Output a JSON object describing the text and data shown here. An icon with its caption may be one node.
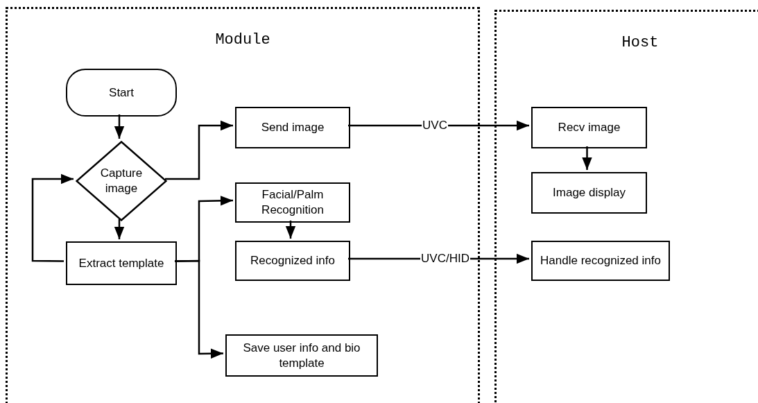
{
  "diagram": {
    "nodes": [
      {
        "text": [
          "Module"
        ]
      },
      {
        "text": [
          "Host"
        ]
      },
      {
        "text": [
          "Start"
        ],
        "in": 0
      },
      {
        "text": [
          "Capture image"
        ],
        "in": 0
      },
      {
        "text": [
          "Extract template"
        ],
        "in": 0
      },
      {
        "text": [
          "Send image"
        ],
        "in": 0
      },
      {
        "text": [
          "Facial/Palm Recognition"
        ],
        "in": 0
      },
      {
        "text": [
          "Recognized info"
        ],
        "in": 0
      },
      {
        "text": [
          "Save user info and bio template"
        ],
        "in": 0
      },
      {
        "text": [
          "Recv image"
        ],
        "in": 1
      },
      {
        "text": [
          "Image display"
        ],
        "in": 1
      },
      {
        "text": [
          "Handle recognized info"
        ],
        "in": 1
      }
    ],
    "edges": [
      {
        "from": 2,
        "to": 3,
        "arrow": "to"
      },
      {
        "from": 3,
        "to": 4,
        "arrow": "to"
      },
      {
        "from": 4,
        "to": 3,
        "arrow": "to"
      },
      {
        "from": 3,
        "to": 5,
        "arrow": "to"
      },
      {
        "from": 4,
        "to": 6,
        "arrow": "to"
      },
      {
        "from": 4,
        "to": 8,
        "arrow": "to"
      },
      {
        "from": 6,
        "to": 7,
        "arrow": "to"
      },
      {
        "from": 5,
        "to": 9,
        "label": "UVC",
        "arrow": "to"
      },
      {
        "from": 7,
        "to": 11,
        "label": "UVC/HID",
        "arrow": "to"
      },
      {
        "from": 9,
        "to": 10,
        "arrow": "to"
      }
    ]
  }
}
